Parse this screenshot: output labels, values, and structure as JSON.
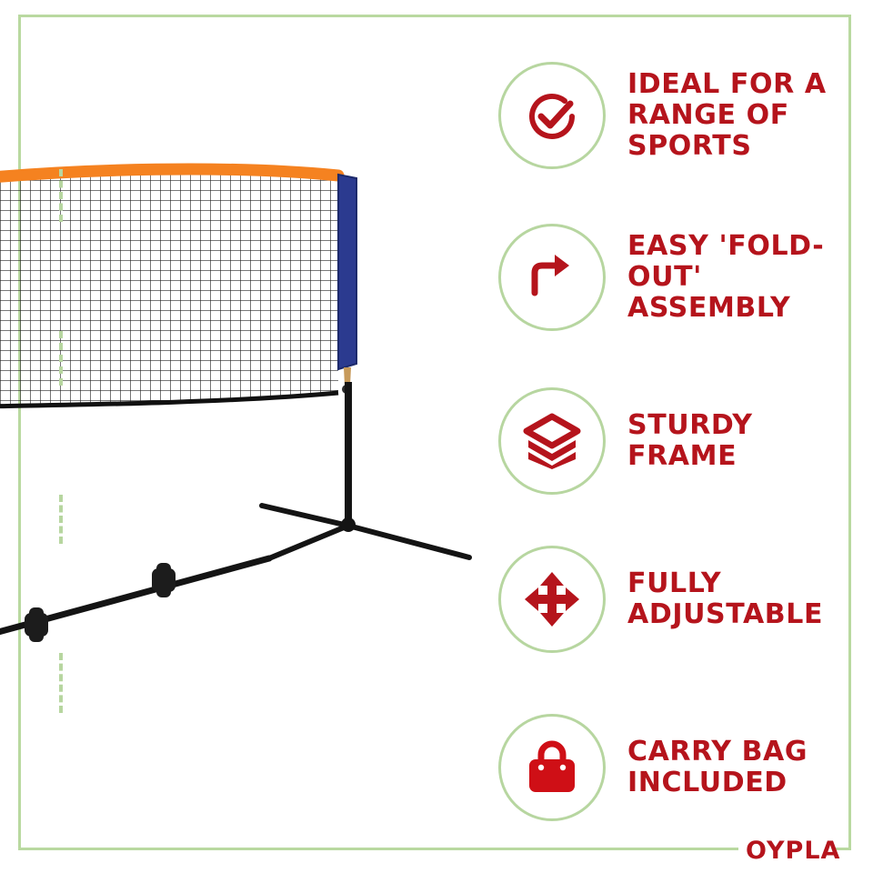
{
  "brand": {
    "logo_text": "OYPLA",
    "logo_color": "#b5141c"
  },
  "theme": {
    "frame_color": "#b9d9a0",
    "accent_red": "#b5141c",
    "circle_border": "#b7d6a0",
    "net_top_band": "#f58220",
    "net_side_panel": "#2b3a8f",
    "frame_black": "#141414"
  },
  "product": {
    "alt": "portable badminton net with tripod frame",
    "parts": {
      "top_band_label": "orange top band",
      "mesh_label": "black mesh net",
      "side_panel_label": "blue side panel",
      "pole_label": "black vertical pole",
      "tripod_label": "tripod base legs",
      "rail_label": "diagonal ground rail with clamps"
    }
  },
  "features": [
    {
      "icon": "check-circle-icon",
      "label": "Ideal for a\nrange of\nsports"
    },
    {
      "icon": "turn-right-arrow-icon",
      "label": "Easy 'fold-\nout' assembly"
    },
    {
      "icon": "layers-stack-icon",
      "label": "Sturdy\nframe"
    },
    {
      "icon": "four-way-arrows-icon",
      "label": "Fully\nadjustable"
    },
    {
      "icon": "carry-bag-icon",
      "label": "Carry bag\nincluded"
    }
  ]
}
